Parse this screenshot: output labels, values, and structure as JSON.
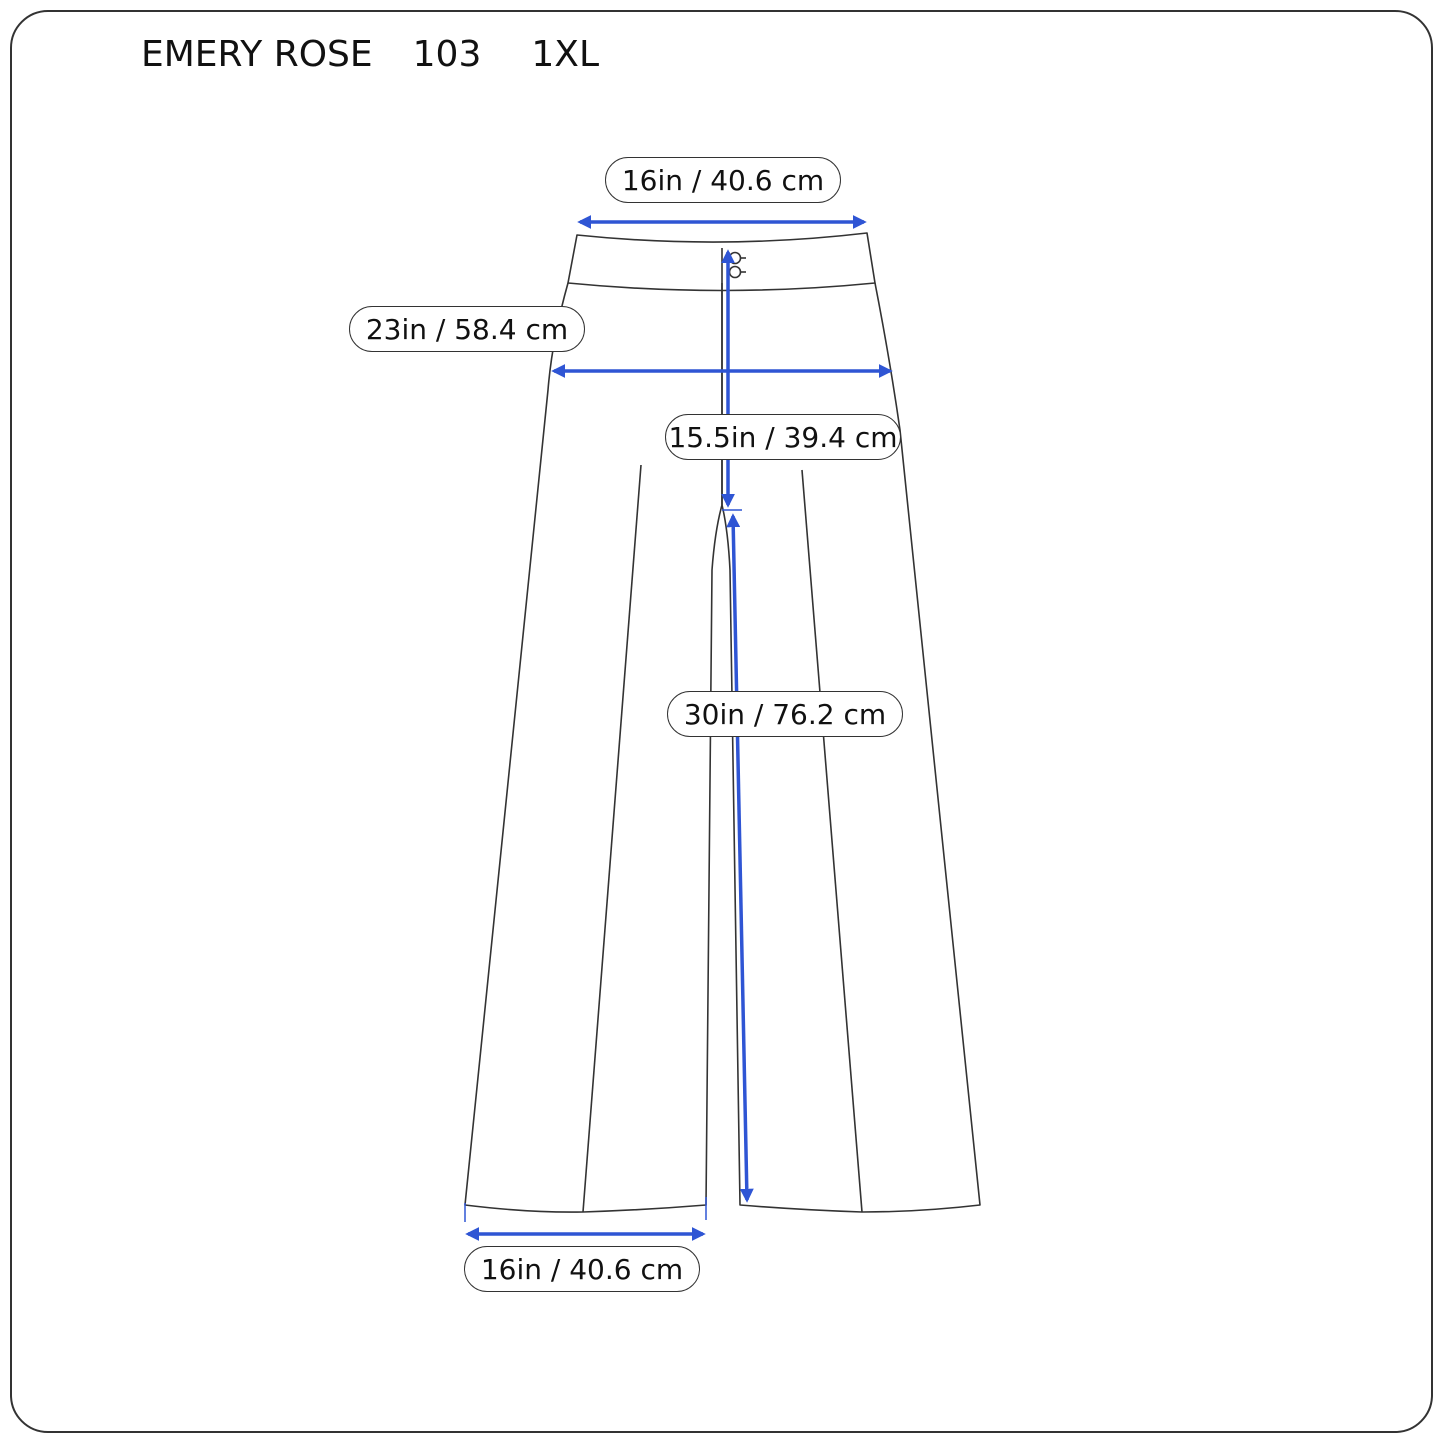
{
  "header": {
    "brand": "EMERY ROSE",
    "style_number": "103",
    "size": "1XL"
  },
  "measurements": {
    "waist": "16in / 40.6 cm",
    "hip": "23in / 58.4 cm",
    "rise": "15.5in / 39.4 cm",
    "inseam": "30in / 76.2 cm",
    "leg_opening": "16in / 40.6 cm"
  },
  "colors": {
    "arrow": "#2f55d4",
    "outline": "#333333"
  }
}
